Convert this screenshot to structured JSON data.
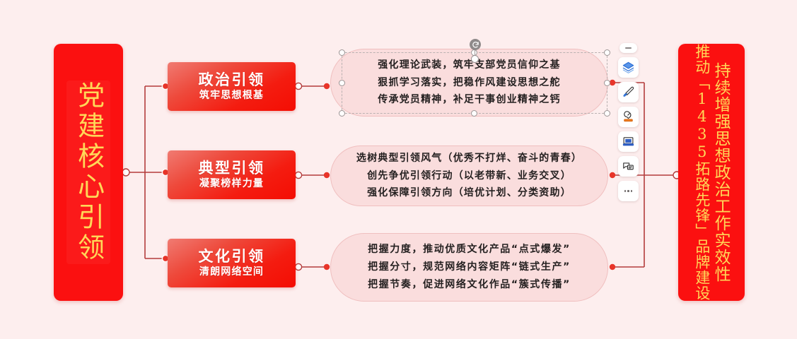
{
  "canvas": {
    "background_color": "#fdeeee",
    "accent_red": "#fb1010",
    "gold_text_color": "#ffd758",
    "card_fill": "#fadddd",
    "connector_color": "#b33c3c"
  },
  "root_node": {
    "text": "党建核心引领"
  },
  "goal_node": {
    "primary_text": "持续增强思想政治工作实效性",
    "secondary_text": "推动「1435拓路先锋」品牌建设"
  },
  "branches": [
    {
      "title": "政治引领",
      "subtitle": "筑牢思想根基",
      "details": [
        "强化理论武装，筑牢支部党员信仰之基",
        "狠抓学习落实，把稳作风建设思想之舵",
        "传承党员精神，补足干事创业精神之钙"
      ]
    },
    {
      "title": "典型引领",
      "subtitle": "凝聚榜样力量",
      "details": [
        "选树典型引领风气（优秀不打烊、奋斗的青春）",
        "创先争优引领行动（以老带新、业务交叉）",
        "强化保障引领方向（培优计划、分类资助）"
      ]
    },
    {
      "title": "文化引领",
      "subtitle": "清朗网络空间",
      "details": [
        "把握力度，推动优质文化产品“点式爆发”",
        "把握分寸，规范网络内容矩阵“链式生产”",
        "把握节奏，促进网络文化作品“簇式传播”"
      ]
    }
  ],
  "toolbar": {
    "items": [
      {
        "icon": "collapse-icon",
        "label": ""
      },
      {
        "icon": "layers-icon",
        "label": ""
      },
      {
        "icon": "brush-icon",
        "label": ""
      },
      {
        "icon": "highlighter-icon",
        "label": ""
      },
      {
        "icon": "presentation-icon",
        "label": ""
      },
      {
        "icon": "comment-icon",
        "label": ""
      },
      {
        "icon": "more-icon",
        "label": ""
      }
    ]
  },
  "selection": {
    "rotate_icon": "rotate-icon",
    "handle_count": 8
  }
}
